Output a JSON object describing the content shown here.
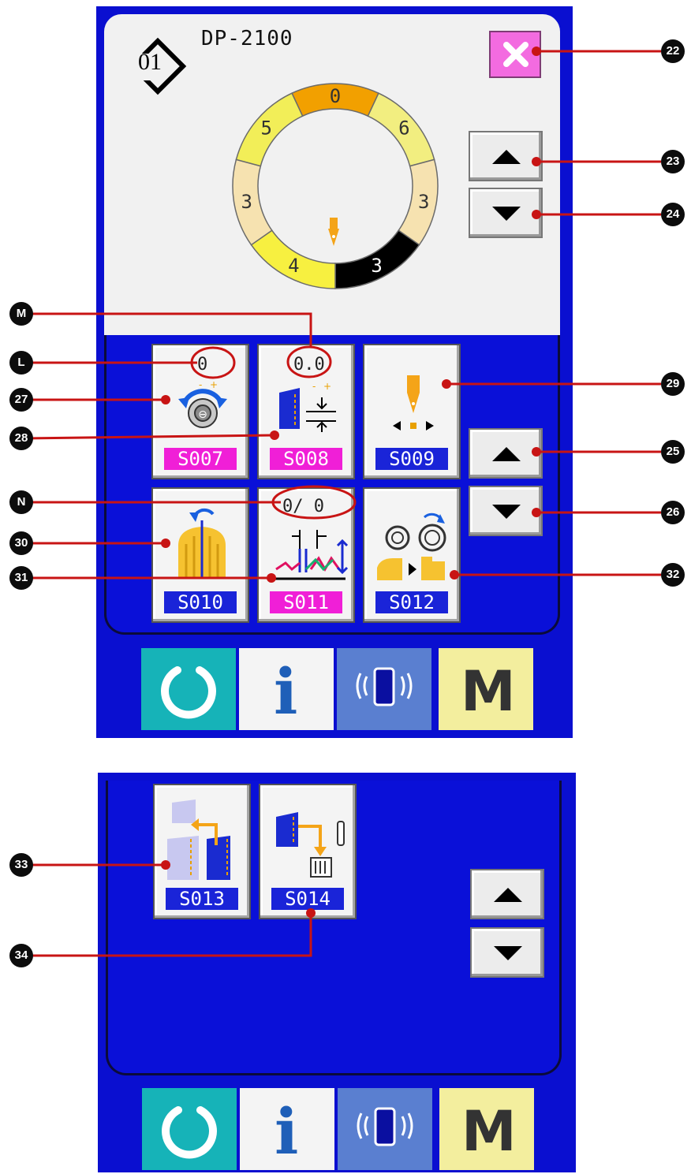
{
  "screen1": {
    "pattern_number": "01",
    "model_name": "DP-2100",
    "ring_segments": [
      "0",
      "6",
      "3",
      "3",
      "4",
      "3",
      "5"
    ],
    "tiles": [
      {
        "code": "S007",
        "value": "0"
      },
      {
        "code": "S008",
        "value": "0.0"
      },
      {
        "code": "S009",
        "value": ""
      },
      {
        "code": "S010",
        "value": ""
      },
      {
        "code": "S011",
        "value": "0/   0"
      },
      {
        "code": "S012",
        "value": ""
      }
    ]
  },
  "screen2": {
    "tiles": [
      {
        "code": "S013"
      },
      {
        "code": "S014"
      }
    ]
  },
  "nav": {
    "info_label": "i",
    "mode_label": "M"
  },
  "callouts": {
    "c22": "22",
    "c23": "23",
    "c24": "24",
    "c25": "25",
    "c26": "26",
    "c27": "27",
    "c28": "28",
    "c29": "29",
    "c30": "30",
    "c31": "31",
    "c32": "32",
    "c33": "33",
    "c34": "34",
    "cL": "L",
    "cM": "M",
    "cN": "N"
  },
  "colors": {
    "panel_blue": "#0a0fd0",
    "code_pink": "#f01fd7",
    "code_blue": "#1a24d8",
    "close_pink": "#f36be0",
    "ready_teal": "#16b3b8",
    "mode_yellow": "#f3ee9e",
    "callout_red": "#c81414"
  }
}
